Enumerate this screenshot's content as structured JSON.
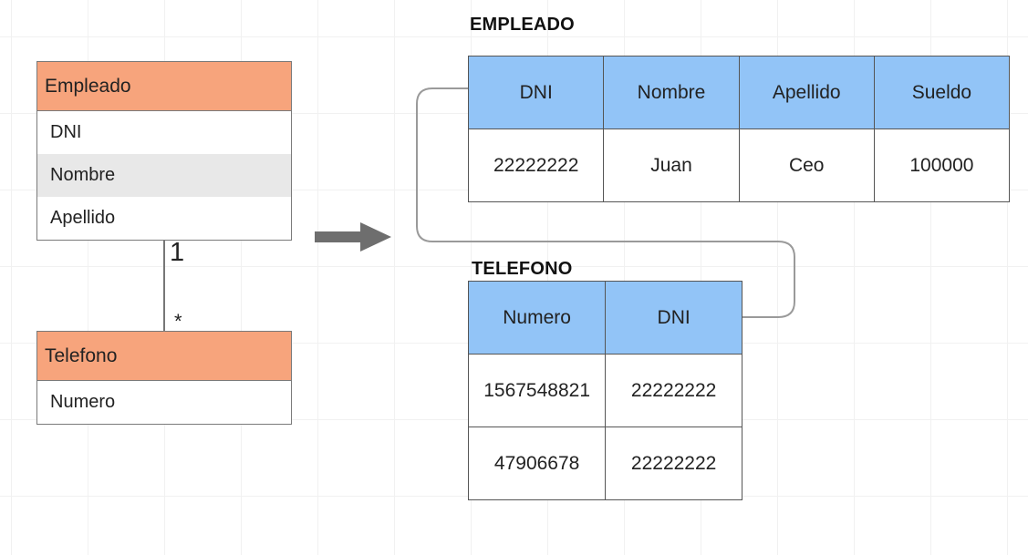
{
  "uml": {
    "empleado": {
      "name": "Empleado",
      "attributes": [
        "DNI",
        "Nombre",
        "Apellido"
      ]
    },
    "telefono": {
      "name": "Telefono",
      "attributes": [
        "Numero"
      ]
    },
    "association": {
      "multiplicity_source": "1",
      "multiplicity_target": "*"
    }
  },
  "tables": {
    "empleado": {
      "title": "EMPLEADO",
      "columns": [
        "DNI",
        "Nombre",
        "Apellido",
        "Sueldo"
      ],
      "rows": [
        [
          "22222222",
          "Juan",
          "Ceo",
          "100000"
        ]
      ]
    },
    "telefono": {
      "title": "TELEFONO",
      "columns": [
        "Numero",
        "DNI"
      ],
      "rows": [
        [
          "1567548821",
          "22222222"
        ],
        [
          "47906678",
          "22222222"
        ]
      ]
    }
  },
  "colors": {
    "uml_header": "#f7a47c",
    "table_header": "#92c4f7",
    "highlight_row": "#e8e8e8"
  }
}
